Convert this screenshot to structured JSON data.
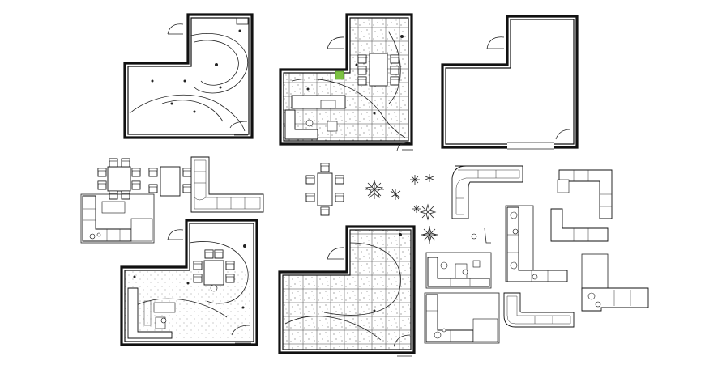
{
  "sheet": {
    "background": "#ffffff",
    "line_color": "#111111",
    "accent_color": "#7cc242"
  },
  "drawings": [
    {
      "id": "plan-1",
      "kind": "ceiling-plan"
    },
    {
      "id": "plan-2",
      "kind": "furnished-tiled-plan"
    },
    {
      "id": "plan-3",
      "kind": "empty-room-outline"
    },
    {
      "id": "plan-4",
      "kind": "furnished-ceiling-plan"
    },
    {
      "id": "plan-5",
      "kind": "tiled-floor-plan"
    }
  ],
  "blocks": [
    "dining-set-6-seat",
    "dining-set-6-seat-alt",
    "l-sofa",
    "corner-sofa-set",
    "dining-set-vertical",
    "plants-elevation",
    "plants-plan",
    "sofa-blocks"
  ]
}
